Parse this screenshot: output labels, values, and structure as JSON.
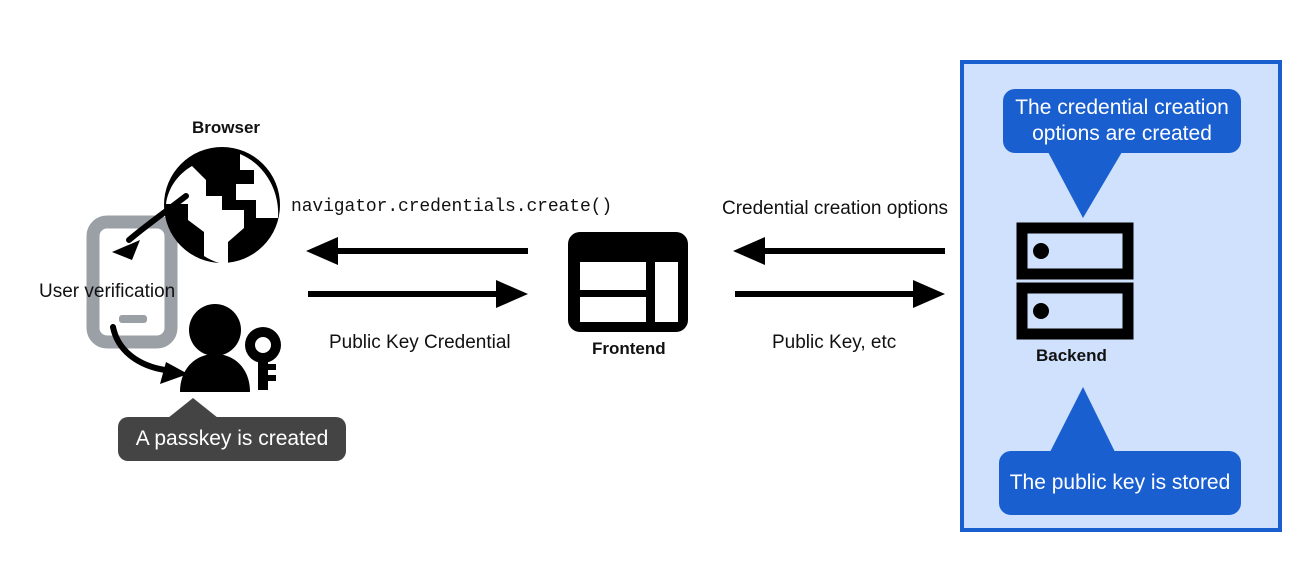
{
  "diagram": {
    "title": "Passkey registration (WebAuthn credential creation) flow",
    "colors": {
      "panel_background": "#cfe1fc",
      "panel_border": "#1a5fd0",
      "callout_blue": "#1a5fd0",
      "tooltip_dark": "#444444",
      "icon_black": "#000000",
      "phone_gray": "#9aa0a6",
      "page_background": "#ffffff"
    }
  },
  "client": {
    "browser_label": "Browser",
    "browser_icon": "globe-icon",
    "phone_icon": "smartphone-icon",
    "user_verification_label": "User verification",
    "passkey_icon": "person-with-key-icon",
    "passkey_tooltip": "A passkey is created"
  },
  "frontend": {
    "label": "Frontend",
    "icon": "web-layout-icon"
  },
  "backend": {
    "label": "Backend",
    "icon": "server-rack-icon",
    "callout_top": "The credential creation options are created",
    "callout_bottom": "The public key is stored"
  },
  "flows": {
    "browser_frontend": {
      "inbound_label": "navigator.credentials.create()",
      "inbound_direction": "left",
      "outbound_label": "Public Key Credential",
      "outbound_direction": "right"
    },
    "frontend_backend": {
      "inbound_label": "Credential creation options",
      "inbound_direction": "left",
      "outbound_label": "Public Key, etc",
      "outbound_direction": "right"
    }
  }
}
